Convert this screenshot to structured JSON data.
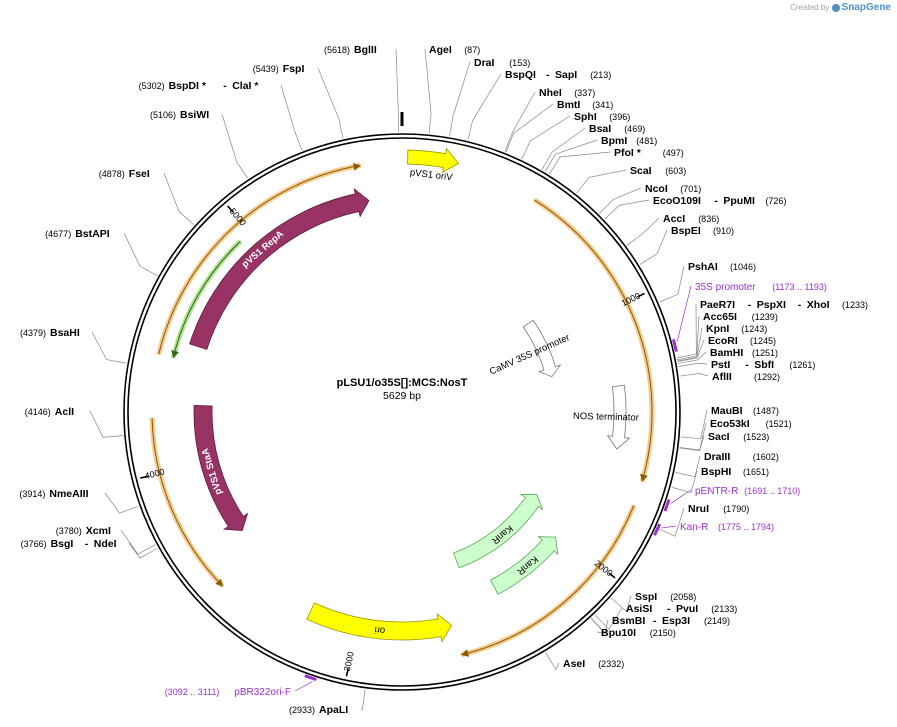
{
  "credit": {
    "prefix": "Created by",
    "brand": "SnapGene"
  },
  "plasmid": {
    "name": "pLSU1/o35S[]:MCS:NosT",
    "length_label": "5629 bp",
    "length": 5629
  },
  "ticks": [
    {
      "label": "1000",
      "pos": 1000
    },
    {
      "label": "2000",
      "pos": 2000
    },
    {
      "label": "3000",
      "pos": 3000
    },
    {
      "label": "4000",
      "pos": 4000
    },
    {
      "label": "5000",
      "pos": 5000
    }
  ],
  "enzymes": [
    {
      "parts": [
        "BglII"
      ],
      "pos_label": "(5618)",
      "pos": 5618,
      "side": "left"
    },
    {
      "parts": [
        "AgeI"
      ],
      "pos_label": "(87)",
      "pos": 87,
      "side": "right"
    },
    {
      "parts": [
        "DraI"
      ],
      "pos_label": "(153)",
      "pos": 153,
      "side": "right"
    },
    {
      "parts": [
        "BspQI",
        "SapI"
      ],
      "pos_label": "(213)",
      "pos": 213,
      "side": "right"
    },
    {
      "parts": [
        "NheI"
      ],
      "pos_label": "(337)",
      "pos": 337,
      "side": "right"
    },
    {
      "parts": [
        "BmtI"
      ],
      "pos_label": "(341)",
      "pos": 341,
      "side": "right"
    },
    {
      "parts": [
        "SphI"
      ],
      "pos_label": "(396)",
      "pos": 396,
      "side": "right"
    },
    {
      "parts": [
        "BsaI"
      ],
      "pos_label": "(469)",
      "pos": 469,
      "side": "right"
    },
    {
      "parts": [
        "BpmI"
      ],
      "pos_label": "(481)",
      "pos": 481,
      "side": "right"
    },
    {
      "parts": [
        "PfoI *"
      ],
      "pos_label": "(497)",
      "pos": 497,
      "side": "right"
    },
    {
      "parts": [
        "ScaI"
      ],
      "pos_label": "(603)",
      "pos": 603,
      "side": "right"
    },
    {
      "parts": [
        "NcoI"
      ],
      "pos_label": "(701)",
      "pos": 701,
      "side": "right"
    },
    {
      "parts": [
        "EcoO109I",
        "PpuMI"
      ],
      "pos_label": "(726)",
      "pos": 726,
      "side": "right"
    },
    {
      "parts": [
        "AccI"
      ],
      "pos_label": "(836)",
      "pos": 836,
      "side": "right"
    },
    {
      "parts": [
        "BspEI"
      ],
      "pos_label": "(910)",
      "pos": 910,
      "side": "right"
    },
    {
      "parts": [
        "PshAI"
      ],
      "pos_label": "(1046)",
      "pos": 1046,
      "side": "right"
    },
    {
      "parts": [
        "PaeR7I",
        "PspXI",
        "XhoI"
      ],
      "pos_label": "(1233)",
      "pos": 1233,
      "side": "right"
    },
    {
      "parts": [
        "Acc65I"
      ],
      "pos_label": "(1239)",
      "pos": 1239,
      "side": "right"
    },
    {
      "parts": [
        "KpnI"
      ],
      "pos_label": "(1243)",
      "pos": 1243,
      "side": "right"
    },
    {
      "parts": [
        "EcoRI"
      ],
      "pos_label": "(1245)",
      "pos": 1245,
      "side": "right"
    },
    {
      "parts": [
        "BamHI"
      ],
      "pos_label": "(1251)",
      "pos": 1251,
      "side": "right"
    },
    {
      "parts": [
        "PstI",
        "SbfI"
      ],
      "pos_label": "(1261)",
      "pos": 1261,
      "side": "right"
    },
    {
      "parts": [
        "AflII"
      ],
      "pos_label": "(1292)",
      "pos": 1292,
      "side": "right"
    },
    {
      "parts": [
        "MauBI"
      ],
      "pos_label": "(1487)",
      "pos": 1487,
      "side": "right"
    },
    {
      "parts": [
        "Eco53kI"
      ],
      "pos_label": "(1521)",
      "pos": 1521,
      "side": "right"
    },
    {
      "parts": [
        "SacI"
      ],
      "pos_label": "(1523)",
      "pos": 1523,
      "side": "right"
    },
    {
      "parts": [
        "DraIII"
      ],
      "pos_label": "(1602)",
      "pos": 1602,
      "side": "right"
    },
    {
      "parts": [
        "BspHI"
      ],
      "pos_label": "(1651)",
      "pos": 1651,
      "side": "right"
    },
    {
      "parts": [
        "NruI"
      ],
      "pos_label": "(1790)",
      "pos": 1790,
      "side": "right"
    },
    {
      "parts": [
        "SspI"
      ],
      "pos_label": "(2058)",
      "pos": 2058,
      "side": "right"
    },
    {
      "parts": [
        "AsiSI",
        "PvuI"
      ],
      "pos_label": "(2133)",
      "pos": 2133,
      "side": "right"
    },
    {
      "parts": [
        "BsmBI",
        "Esp3I"
      ],
      "pos_label": "(2149)",
      "pos": 2149,
      "side": "right"
    },
    {
      "parts": [
        "Bpu10I"
      ],
      "pos_label": "(2150)",
      "pos": 2150,
      "side": "right"
    },
    {
      "parts": [
        "AseI"
      ],
      "pos_label": "(2332)",
      "pos": 2332,
      "side": "right"
    },
    {
      "parts": [
        "ApaLI"
      ],
      "pos_label": "(2933)",
      "pos": 2933,
      "side": "left"
    },
    {
      "parts": [
        "BsgI",
        "NdeI"
      ],
      "pos_label": "(3766)",
      "pos": 3766,
      "side": "left"
    },
    {
      "parts": [
        "XcmI"
      ],
      "pos_label": "(3780)",
      "pos": 3780,
      "side": "left"
    },
    {
      "parts": [
        "NmeAIII"
      ],
      "pos_label": "(3914)",
      "pos": 3914,
      "side": "left"
    },
    {
      "parts": [
        "AclI"
      ],
      "pos_label": "(4146)",
      "pos": 4146,
      "side": "left"
    },
    {
      "parts": [
        "BsaHI"
      ],
      "pos_label": "(4379)",
      "pos": 4379,
      "side": "left"
    },
    {
      "parts": [
        "BstAPI"
      ],
      "pos_label": "(4677)",
      "pos": 4677,
      "side": "left"
    },
    {
      "parts": [
        "FseI"
      ],
      "pos_label": "(4878)",
      "pos": 4878,
      "side": "left"
    },
    {
      "parts": [
        "BsiWI"
      ],
      "pos_label": "(5106)",
      "pos": 5106,
      "side": "left"
    },
    {
      "parts": [
        "BspDI *",
        "ClaI *"
      ],
      "pos_label": "(5302)",
      "pos": 5302,
      "side": "left"
    },
    {
      "parts": [
        "FspI"
      ],
      "pos_label": "(5439)",
      "pos": 5439,
      "side": "left"
    }
  ],
  "primers": [
    {
      "name": "35S promoter",
      "range": "(1173 .. 1193)",
      "start": 1173,
      "end": 1193,
      "side": "right"
    },
    {
      "name": "pENTR-R",
      "range": "(1691 .. 1710)",
      "start": 1691,
      "end": 1710,
      "side": "right"
    },
    {
      "name": "Kan-R",
      "range": "(1775 .. 1794)",
      "start": 1775,
      "end": 1794,
      "side": "right"
    },
    {
      "name": "pBR322ori-F",
      "range": "(3092 .. 3111)",
      "start": 3092,
      "end": 3111,
      "side": "left"
    }
  ],
  "features": [
    {
      "name": "pVS1 oriV",
      "start": 20,
      "end": 200,
      "color": "#ffff00",
      "label_style": "outside"
    },
    {
      "name": "CaMV 35S promoter",
      "start": 860,
      "end": 1200,
      "color": "#ffffff",
      "label_style": "arc"
    },
    {
      "name": "NOS terminator",
      "start": 1300,
      "end": 1560,
      "color": "#ffffff",
      "label_style": "arc"
    },
    {
      "name": "KanR",
      "start": 1900,
      "end": 2500,
      "color": "#ccffcc",
      "label_style": "inside"
    },
    {
      "name": "KanR",
      "start": 2020,
      "end": 2380,
      "color": "#ccffcc",
      "label_style": "inside"
    },
    {
      "name": "ori",
      "start": 2610,
      "end": 3200,
      "color": "#ffff00",
      "label_style": "inside"
    },
    {
      "name": "pVS1 StaA",
      "start": 3650,
      "end": 4250,
      "color": "#993366",
      "label_style": "inside"
    },
    {
      "name": "pVS1 RepA",
      "start": 4500,
      "end": 5490,
      "color": "#993366",
      "label_style": "inside"
    }
  ],
  "orfs": [
    {
      "start": 500,
      "end": 1660,
      "color": "#f0a030",
      "direction": "cw"
    },
    {
      "start": 1750,
      "end": 2600,
      "color": "#f0a030",
      "direction": "cw"
    },
    {
      "start": 3530,
      "end": 4200,
      "color": "#f0a030",
      "direction": "ccw"
    },
    {
      "start": 4430,
      "end": 5480,
      "color": "#f0a030",
      "direction": "cw"
    },
    {
      "start": 4430,
      "end": 4950,
      "color": "#66cc33",
      "direction": "ccw"
    }
  ]
}
